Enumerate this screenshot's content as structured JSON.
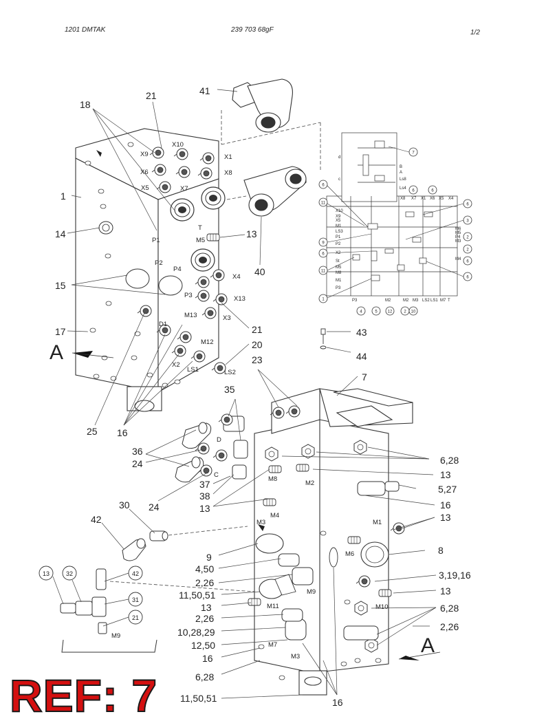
{
  "header": {
    "left": "1201   DMTAK",
    "center": "239 703 68gF",
    "right": "1/2"
  },
  "ref_label": "REF: 7",
  "callouts": [
    {
      "id": "c41",
      "text": "41"
    },
    {
      "id": "c21a",
      "text": "21"
    },
    {
      "id": "c18",
      "text": "18"
    },
    {
      "id": "c1",
      "text": "1"
    },
    {
      "id": "c14",
      "text": "14"
    },
    {
      "id": "c15",
      "text": "15"
    },
    {
      "id": "c17",
      "text": "17"
    },
    {
      "id": "c13a",
      "text": "13"
    },
    {
      "id": "c40",
      "text": "40"
    },
    {
      "id": "c21b",
      "text": "21"
    },
    {
      "id": "c20",
      "text": "20"
    },
    {
      "id": "c23",
      "text": "23"
    },
    {
      "id": "c25",
      "text": "25"
    },
    {
      "id": "c16a",
      "text": "16"
    },
    {
      "id": "c43",
      "text": "43"
    },
    {
      "id": "c44",
      "text": "44"
    },
    {
      "id": "c7",
      "text": "7"
    },
    {
      "id": "c35",
      "text": "35"
    },
    {
      "id": "c36",
      "text": "36"
    },
    {
      "id": "c24a",
      "text": "24"
    },
    {
      "id": "c24b",
      "text": "24"
    },
    {
      "id": "c37",
      "text": "37"
    },
    {
      "id": "c38",
      "text": "38"
    },
    {
      "id": "c13b",
      "text": "13"
    },
    {
      "id": "c30",
      "text": "30"
    },
    {
      "id": "c42",
      "text": "42"
    },
    {
      "id": "c628a",
      "text": "6,28"
    },
    {
      "id": "c13c",
      "text": "13"
    },
    {
      "id": "c527",
      "text": "5,27"
    },
    {
      "id": "c16b",
      "text": "16"
    },
    {
      "id": "c13d",
      "text": "13"
    },
    {
      "id": "c8",
      "text": "8"
    },
    {
      "id": "c31916",
      "text": "3,19,16"
    },
    {
      "id": "c13e",
      "text": "13"
    },
    {
      "id": "c628b",
      "text": "6,28"
    },
    {
      "id": "c226a",
      "text": "2,26"
    },
    {
      "id": "c9",
      "text": "9"
    },
    {
      "id": "c450",
      "text": "4,50"
    },
    {
      "id": "c226b",
      "text": "2,26"
    },
    {
      "id": "c115051a",
      "text": "11,50,51"
    },
    {
      "id": "c13f",
      "text": "13"
    },
    {
      "id": "c226c",
      "text": "2,26"
    },
    {
      "id": "c102829",
      "text": "10,28,29"
    },
    {
      "id": "c1250",
      "text": "12,50"
    },
    {
      "id": "c16c",
      "text": "16"
    },
    {
      "id": "c628c",
      "text": "6,28"
    },
    {
      "id": "c115051b",
      "text": "11,50,51"
    },
    {
      "id": "c16d",
      "text": "16"
    }
  ],
  "ports": [
    {
      "id": "pX9",
      "text": "X9"
    },
    {
      "id": "pX10",
      "text": "X10"
    },
    {
      "id": "pX1",
      "text": "X1"
    },
    {
      "id": "pX6",
      "text": "X6"
    },
    {
      "id": "pX8",
      "text": "X8"
    },
    {
      "id": "pX5",
      "text": "X5"
    },
    {
      "id": "pX7",
      "text": "X7"
    },
    {
      "id": "pT",
      "text": "T"
    },
    {
      "id": "pP1",
      "text": "P1"
    },
    {
      "id": "pM5",
      "text": "M5"
    },
    {
      "id": "pP2",
      "text": "P2"
    },
    {
      "id": "pP4",
      "text": "P4"
    },
    {
      "id": "pX4",
      "text": "X4"
    },
    {
      "id": "pP3",
      "text": "P3"
    },
    {
      "id": "pX13",
      "text": "X13"
    },
    {
      "id": "pM13",
      "text": "M13"
    },
    {
      "id": "pX3",
      "text": "X3"
    },
    {
      "id": "pD1",
      "text": "D1"
    },
    {
      "id": "pM12",
      "text": "M12"
    },
    {
      "id": "pX2",
      "text": "X2"
    },
    {
      "id": "pLS1",
      "text": "LS1"
    },
    {
      "id": "pLS2",
      "text": "LS2"
    },
    {
      "id": "pA1",
      "text": "A"
    },
    {
      "id": "pD",
      "text": "D"
    },
    {
      "id": "pC",
      "text": "C"
    },
    {
      "id": "pM8",
      "text": "M8"
    },
    {
      "id": "pM2",
      "text": "M2"
    },
    {
      "id": "pM4",
      "text": "M4"
    },
    {
      "id": "pM3a",
      "text": "M3"
    },
    {
      "id": "pM1",
      "text": "M1"
    },
    {
      "id": "pM6",
      "text": "M6"
    },
    {
      "id": "pM9a",
      "text": "M9"
    },
    {
      "id": "pM11",
      "text": "M11"
    },
    {
      "id": "pM10",
      "text": "M10"
    },
    {
      "id": "pM7",
      "text": "M7"
    },
    {
      "id": "pM3b",
      "text": "M3"
    },
    {
      "id": "pA2",
      "text": "A"
    },
    {
      "id": "pM9b",
      "text": "M9"
    }
  ],
  "detail_circles": [
    {
      "id": "d13",
      "text": "13"
    },
    {
      "id": "d32",
      "text": "32"
    },
    {
      "id": "d42",
      "text": "42"
    },
    {
      "id": "d31",
      "text": "31"
    },
    {
      "id": "d21",
      "text": "21"
    }
  ],
  "schematic": {
    "left_ports": [
      "X10",
      "X9",
      "X5",
      "M1",
      "LS3",
      "P1",
      "P2",
      "X2",
      "St",
      "M5",
      "M8",
      "M1",
      "P3"
    ],
    "top_ports": [
      "X8",
      "X7",
      "X1",
      "X6",
      "X5",
      "X4"
    ],
    "right_ports": [
      "M6",
      "M5",
      "P4",
      "M3",
      "M4"
    ],
    "bottom_ports": [
      "P3",
      "M2",
      "M2",
      "M3",
      "LS2",
      "LS1",
      "M7",
      "T"
    ],
    "upper_ports": [
      "B",
      "A",
      "Ls8",
      "Ls4"
    ],
    "left_side": [
      "d",
      "c"
    ],
    "circles": [
      "7",
      "6",
      "6",
      "6",
      "11",
      "6",
      "3",
      "9",
      "2",
      "6",
      "2",
      "6",
      "11",
      "6",
      "1",
      "4",
      "5",
      "12",
      "2",
      "10"
    ]
  }
}
